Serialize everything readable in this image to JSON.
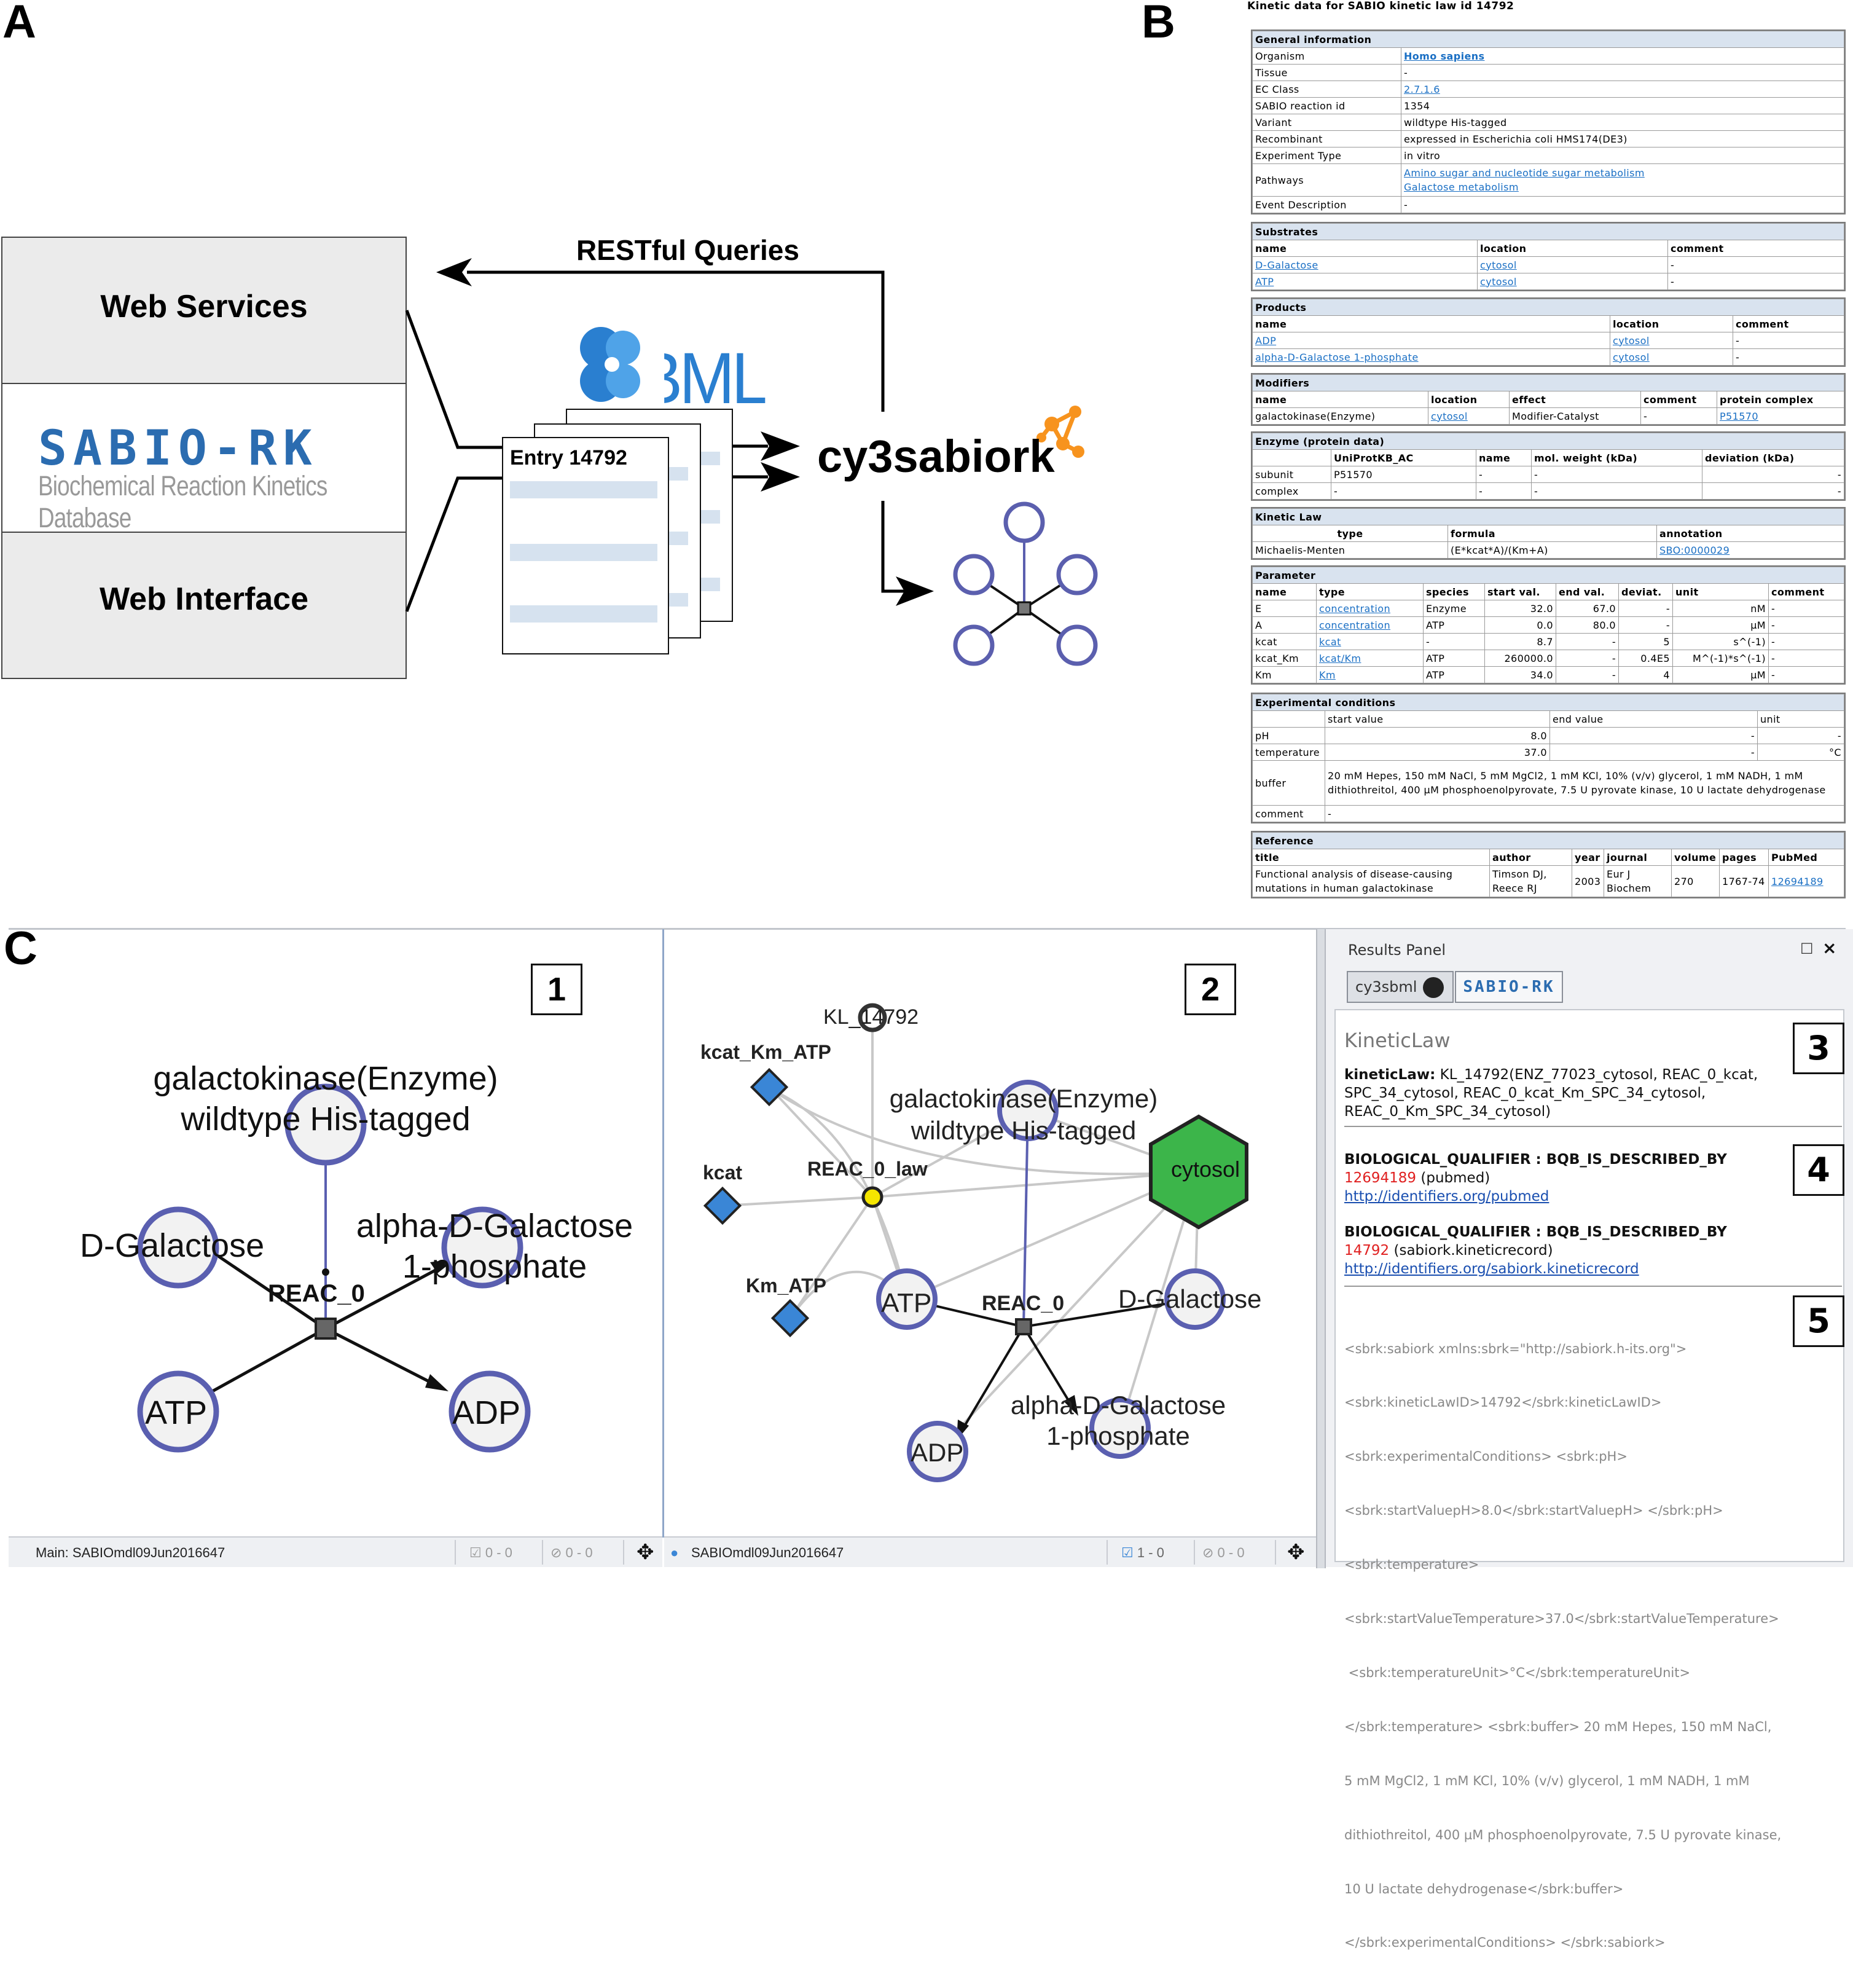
{
  "panel_letters": {
    "a": "A",
    "b": "B",
    "c": "C"
  },
  "panel_a": {
    "services": [
      "Web Services",
      "Web Interface"
    ],
    "logo": {
      "name": "SABIO-RK",
      "subtitle": "Biochemical Reaction Kinetics Database"
    },
    "sbml_logo": "SBML",
    "queries_label": "RESTful Queries",
    "entry_label": "Entry 14792",
    "app_name": "cy3sabiork",
    "colors": {
      "sabio_blue": "#2b6cb0",
      "sbml_blue": "#2a7fd0",
      "sheet_line": "#d6e2ef",
      "network": "#5b5fae",
      "cyto_orange": "#f7931e"
    }
  },
  "panel_b": {
    "title": "Kinetic data for SABIO kinetic law id 14792",
    "general": {
      "header": "General information",
      "rows": [
        [
          "Organism",
          "Homo sapiens"
        ],
        [
          "Tissue",
          "-"
        ],
        [
          "EC Class",
          "2.7.1.6"
        ],
        [
          "SABIO reaction id",
          "1354"
        ],
        [
          "Variant",
          "wildtype His-tagged"
        ],
        [
          "Recombinant",
          "expressed in Escherichia coli HMS174(DE3)"
        ],
        [
          "Experiment Type",
          "in vitro"
        ],
        [
          "Pathways",
          "Amino sugar and nucleotide sugar metabolism",
          "Galactose metabolism"
        ],
        [
          "Event Description",
          "-"
        ]
      ]
    },
    "substrates": {
      "header": "Substrates",
      "cols": [
        "name",
        "location",
        "comment"
      ],
      "rows": [
        [
          "D-Galactose",
          "cytosol",
          "-"
        ],
        [
          "ATP",
          "cytosol",
          "-"
        ]
      ]
    },
    "products": {
      "header": "Products",
      "cols": [
        "name",
        "location",
        "comment"
      ],
      "rows": [
        [
          "ADP",
          "cytosol",
          "-"
        ],
        [
          "alpha-D-Galactose 1-phosphate",
          "cytosol",
          "-"
        ]
      ]
    },
    "modifiers": {
      "header": "Modifiers",
      "cols": [
        "name",
        "location",
        "effect",
        "comment",
        "protein complex"
      ],
      "rows": [
        [
          "galactokinase(Enzyme)",
          "cytosol",
          "Modifier-Catalyst",
          "-",
          "P51570"
        ]
      ]
    },
    "enzyme": {
      "header": "Enzyme (protein data)",
      "cols": [
        "",
        "UniProtKB_AC",
        "name",
        "mol. weight (kDa)",
        "deviation (kDa)"
      ],
      "rows": [
        [
          "subunit",
          "P51570",
          "-",
          "-",
          "-"
        ],
        [
          "complex",
          "-",
          "-",
          "-",
          "-"
        ]
      ]
    },
    "kinetic_law": {
      "header": "Kinetic Law",
      "cols": [
        "type",
        "formula",
        "annotation"
      ],
      "rows": [
        [
          "Michaelis-Menten",
          "(E*kcat*A)/(Km+A)",
          "SBO:0000029"
        ]
      ]
    },
    "parameter": {
      "header": "Parameter",
      "cols": [
        "name",
        "type",
        "species",
        "start val.",
        "end val.",
        "deviat.",
        "unit",
        "comment"
      ],
      "rows": [
        [
          "E",
          "concentration",
          "Enzyme",
          "32.0",
          "67.0",
          "-",
          "nM",
          "-"
        ],
        [
          "A",
          "concentration",
          "ATP",
          "0.0",
          "80.0",
          "-",
          "µM",
          "-"
        ],
        [
          "kcat",
          "kcat",
          "-",
          "8.7",
          "-",
          "5",
          "s^(-1)",
          "-"
        ],
        [
          "kcat_Km",
          "kcat/Km",
          "ATP",
          "260000.0",
          "-",
          "0.4E5",
          "M^(-1)*s^(-1)",
          "-"
        ],
        [
          "Km",
          "Km",
          "ATP",
          "34.0",
          "-",
          "4",
          "µM",
          "-"
        ]
      ]
    },
    "conditions": {
      "header": "Experimental conditions",
      "cols": [
        "",
        "start value",
        "end value",
        "unit"
      ],
      "ph": [
        "pH",
        "8.0",
        "-",
        "-"
      ],
      "temperature": [
        "temperature",
        "37.0",
        "-",
        "°C"
      ],
      "buffer_label": "buffer",
      "buffer": "20 mM Hepes, 150 mM NaCl, 5 mM MgCl2, 1 mM KCl, 10% (v/v) glycerol, 1 mM NADH, 1 mM dithiothreitol, 400 µM phosphoenolpyrovate, 7.5 U pyrovate kinase, 10 U lactate dehydrogenase",
      "comment_label": "comment",
      "comment": "-"
    },
    "reference": {
      "header": "Reference",
      "cols": [
        "title",
        "author",
        "year",
        "journal",
        "volume",
        "pages",
        "PubMed"
      ],
      "row": [
        "Functional analysis of disease-causing mutations in human galactokinase",
        "Timson DJ, Reece RJ",
        "2003",
        "Eur J Biochem",
        "270",
        "1767-74",
        "12694189"
      ]
    }
  },
  "panel_c": {
    "boxes": [
      "1",
      "2",
      "3",
      "4",
      "5"
    ],
    "net1": {
      "enzyme": [
        "galactokinase(Enzyme)",
        "wildtype His-tagged"
      ],
      "reaction": "REAC_0",
      "substrate1": "D-Galactose",
      "substrate2": "ATP",
      "product1": [
        "alpha-D-Galactose",
        "1-phosphate"
      ],
      "product2": "ADP"
    },
    "net2": {
      "kinetic_law": "KL_14792",
      "kcat_km": "kcat_Km_ATP",
      "kcat": "kcat",
      "km": "Km_ATP",
      "law": "REAC_0_law",
      "enzyme": [
        "galactokinase(Enzyme)",
        "wildtype His-tagged"
      ],
      "compartment": "cytosol",
      "reaction": "REAC_0",
      "atp": "ATP",
      "galactose": "D-Galactose",
      "product1": [
        "alpha-D-Galactose",
        "1-phosphate"
      ],
      "adp": "ADP"
    },
    "status1": {
      "name": "Main: SABIOmdl09Jun2016647",
      "counts1": "0 - 0",
      "counts2": "0 - 0"
    },
    "status2": {
      "name": "SABIOmdl09Jun2016647",
      "counts1": "1 - 0",
      "counts2": "0 - 0"
    },
    "results": {
      "title": "Results Panel",
      "tab1": "cy3sbml",
      "tab2": "SABIO-RK",
      "heading": "KineticLaw",
      "kl_label": "kineticLaw:",
      "kl_text": "KL_14792(ENZ_77023_cytosol, REAC_0_kcat, SPC_34_cytosol, REAC_0_kcat_Km_SPC_34_cytosol, REAC_0_Km_SPC_34_cytosol)",
      "q1_label": "BIOLOGICAL_QUALIFIER : BQB_IS_DESCRIBED_BY",
      "q1_id": "12694189",
      "q1_src": "(pubmed)",
      "q1_url": "http://identifiers.org/pubmed",
      "q2_label": "BIOLOGICAL_QUALIFIER : BQB_IS_DESCRIBED_BY",
      "q2_id": "14792",
      "q2_src": "(sabiork.kineticrecord)",
      "q2_url": "http://identifiers.org/sabiork.kineticrecord",
      "xml": [
        "<sbrk:sabiork xmlns:sbrk=\"http://sabiork.h-its.org\">",
        "<sbrk:kineticLawID>14792</sbrk:kineticLawID>",
        "<sbrk:experimentalConditions> <sbrk:pH>",
        "<sbrk:startValuepH>8.0</sbrk:startValuepH> </sbrk:pH>",
        "<sbrk:temperature>",
        "<sbrk:startValueTemperature>37.0</sbrk:startValueTemperature>",
        " <sbrk:temperatureUnit>°C</sbrk:temperatureUnit>",
        "</sbrk:temperature> <sbrk:buffer> 20 mM Hepes, 150 mM NaCl,",
        "5 mM MgCl2, 1 mM KCl, 10% (v/v) glycerol, 1 mM NADH, 1 mM",
        "dithiothreitol, 400 µM phosphoenolpyrovate, 7.5 U pyrovate kinase,",
        "10 U lactate dehydrogenase</sbrk:buffer>",
        "</sbrk:experimentalConditions> </sbrk:sabiork>"
      ]
    },
    "colors": {
      "node_border": "#5a5fb0",
      "node_fill": "#f2f2f2",
      "edge": "#111111",
      "light_edge": "#c8c8c8",
      "param": "#3a86d6",
      "cytosol": "#3cb54a",
      "law": "#f5e600"
    }
  }
}
